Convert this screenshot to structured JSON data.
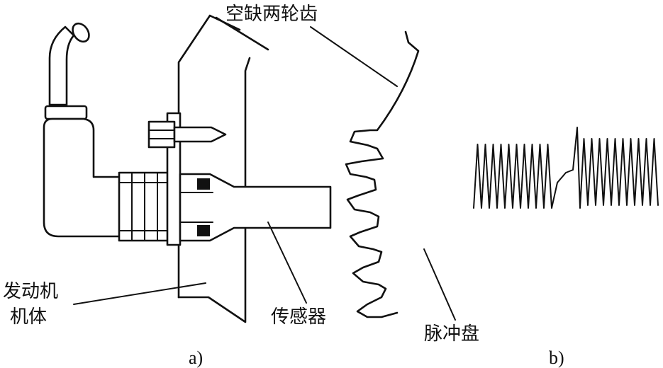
{
  "labels": {
    "missing_teeth": "空缺两轮齿",
    "engine_block_line1": "发动机",
    "engine_block_line2": "机体",
    "sensor": "传感器",
    "pulse_disc": "脉冲盘"
  },
  "captions": {
    "a": "a)",
    "b": "b)"
  },
  "signal_waveform": {
    "peaks_before_gap": 10,
    "peaks_after_gap": 10
  }
}
